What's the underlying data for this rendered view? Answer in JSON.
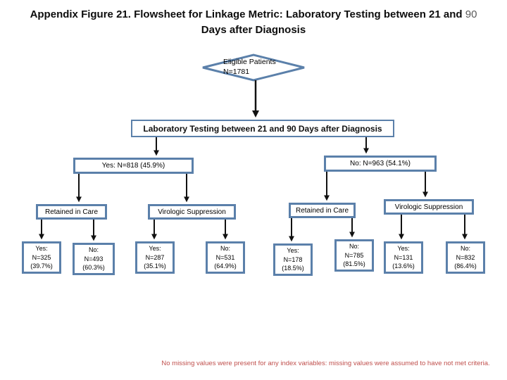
{
  "title": {
    "line1_main": "Appendix Figure 21. Flowsheet for Linkage Metric: Laboratory Testing between 21 and ",
    "line1_tail": "90",
    "line2": "Days after Diagnosis"
  },
  "flowchart": {
    "root": {
      "shape": "diamond",
      "label": "Eligible Patients",
      "value": "N=1781"
    },
    "metric_box": {
      "label": "Laboratory Testing between 21 and 90 Days after Diagnosis"
    },
    "branches": {
      "yes": {
        "label": "Yes: N=818 (45.9%)"
      },
      "no": {
        "label": "No: N=963 (54.1%)"
      }
    },
    "outcomes": {
      "yes_retained": {
        "label": "Retained in Care"
      },
      "yes_virologic": {
        "label": "Virologic Suppression"
      },
      "no_retained": {
        "label": "Retained in Care"
      },
      "no_virologic": {
        "label": "Virologic Suppression"
      }
    },
    "leaves": [
      {
        "line1": "Yes:",
        "line2": "N=325",
        "line3": "(39.7%)"
      },
      {
        "line1": "No:",
        "line2": "N=493",
        "line3": "(60.3%)"
      },
      {
        "line1": "Yes:",
        "line2": "N=287",
        "line3": "(35.1%)"
      },
      {
        "line1": "No:",
        "line2": "N=531",
        "line3": "(64.9%)"
      },
      {
        "line1": "Yes:",
        "line2": "N=178",
        "line3": "(18.5%)"
      },
      {
        "line1": "No:",
        "line2": "N=785",
        "line3": "(81.5%)"
      },
      {
        "line1": "Yes:",
        "line2": "N=131",
        "line3": "(13.6%)"
      },
      {
        "line1": "No:",
        "line2": "N=832",
        "line3": "(86.4%)"
      }
    ]
  },
  "footnote": "No missing values were present for any index variables: missing values were assumed to have not met criteria.",
  "colors": {
    "box_border": "#5b80aa",
    "connector": "#111111",
    "footnote_text": "#c0504d",
    "background": "#ffffff"
  }
}
